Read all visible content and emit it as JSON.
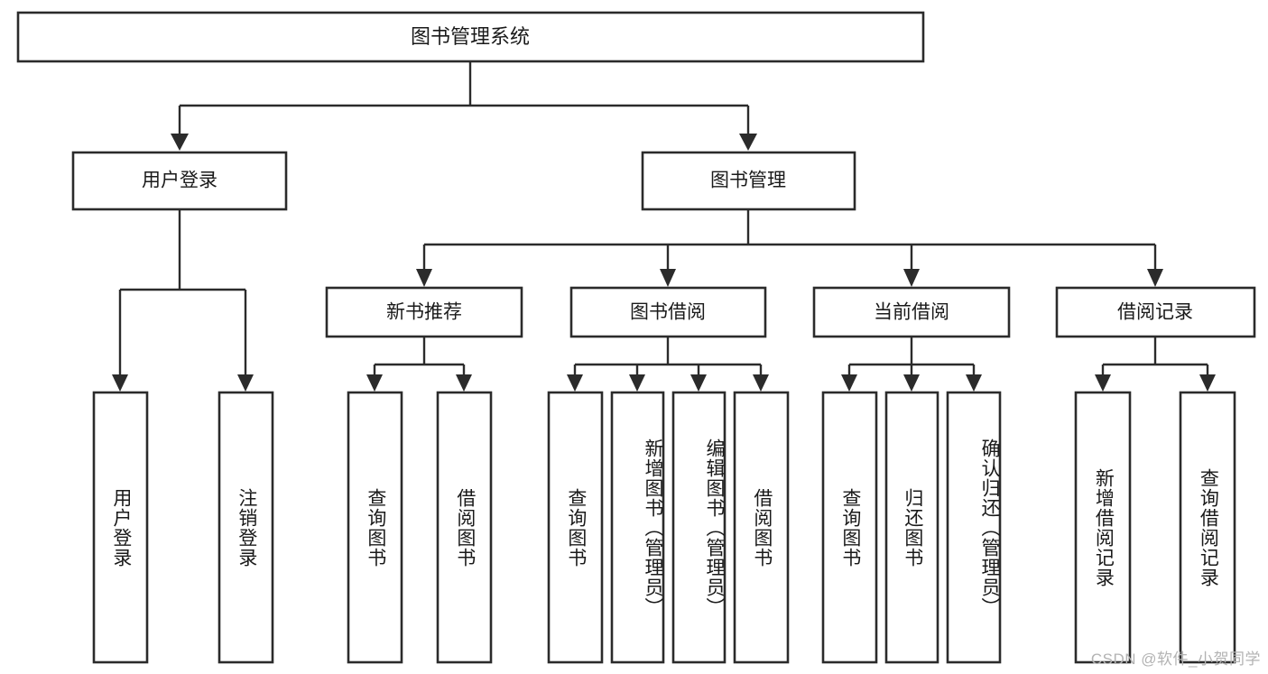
{
  "diagram": {
    "title": "图书管理系统",
    "type": "hierarchy-tree",
    "watermark": "CSDN @软件_小贺同学",
    "colors": {
      "box_stroke": "#2b2b2b",
      "box_fill": "#ffffff",
      "connector": "#2b2b2b",
      "text": "#1a1a1a",
      "watermark": "#b3b3b3",
      "background": "#ffffff"
    },
    "root": {
      "label": "图书管理系统"
    },
    "level1": [
      {
        "label": "用户登录"
      },
      {
        "label": "图书管理"
      }
    ],
    "level2": [
      {
        "label": "新书推荐"
      },
      {
        "label": "图书借阅"
      },
      {
        "label": "当前借阅"
      },
      {
        "label": "借阅记录"
      }
    ],
    "leaves": {
      "user_login": [
        {
          "label": "用户登录"
        },
        {
          "label": "注销登录"
        }
      ],
      "new_book_recommend": [
        {
          "label": "查询图书"
        },
        {
          "label": "借阅图书"
        }
      ],
      "book_borrow": [
        {
          "label": "查询图书"
        },
        {
          "label": "新增图书（管理员）"
        },
        {
          "label": "编辑图书（管理员）"
        },
        {
          "label": "借阅图书"
        }
      ],
      "current_borrow": [
        {
          "label": "查询图书"
        },
        {
          "label": "归还图书"
        },
        {
          "label": "确认归还（管理员）"
        }
      ],
      "borrow_record": [
        {
          "label": "新增借阅记录"
        },
        {
          "label": "查询借阅记录"
        }
      ]
    }
  }
}
